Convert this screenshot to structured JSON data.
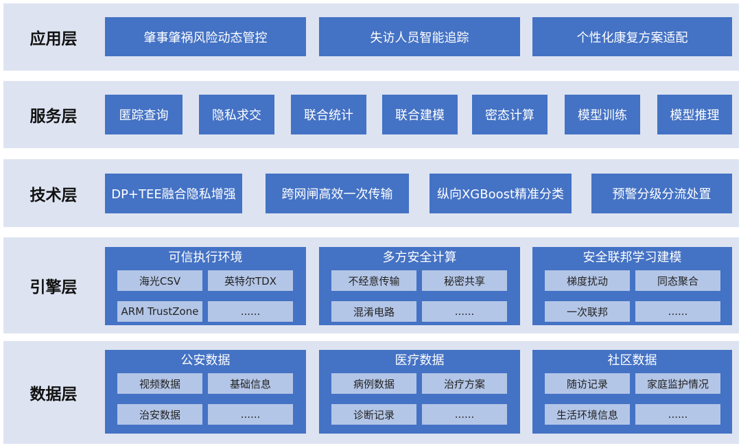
{
  "layers": {
    "application": {
      "label": "应用层",
      "items": [
        "肇事肇祸风险动态管控",
        "失访人员智能追踪",
        "个性化康复方案适配"
      ]
    },
    "service": {
      "label": "服务层",
      "items": [
        "匿踪查询",
        "隐私求交",
        "联合统计",
        "联合建模",
        "密态计算",
        "模型训练",
        "模型推理"
      ]
    },
    "technology": {
      "label": "技术层",
      "items": [
        "DP+TEE融合隐私增强",
        "跨网闸高效一次传输",
        "纵向XGBoost精准分类",
        "预警分级分流处置"
      ]
    },
    "engine": {
      "label": "引擎层",
      "groups": [
        {
          "title": "可信执行环境",
          "cells": [
            "海光CSV",
            "英特尔TDX",
            "ARM TrustZone",
            "......"
          ]
        },
        {
          "title": "多方安全计算",
          "cells": [
            "不经意传输",
            "秘密共享",
            "混淆电路",
            "......"
          ]
        },
        {
          "title": "安全联邦学习建模",
          "cells": [
            "梯度扰动",
            "同态聚合",
            "一次联邦",
            "......"
          ]
        }
      ]
    },
    "data": {
      "label": "数据层",
      "groups": [
        {
          "title": "公安数据",
          "cells": [
            "视频数据",
            "基础信息",
            "治安数据",
            "......"
          ]
        },
        {
          "title": "医疗数据",
          "cells": [
            "病例数据",
            "治疗方案",
            "诊断记录",
            "......"
          ]
        },
        {
          "title": "社区数据",
          "cells": [
            "随访记录",
            "家庭监护情况",
            "生活环境信息",
            "......"
          ]
        }
      ]
    }
  },
  "colors": {
    "tier_background": "#dde3f1",
    "box_fill": "#4472c4",
    "cell_fill": "#b4c6e7"
  }
}
